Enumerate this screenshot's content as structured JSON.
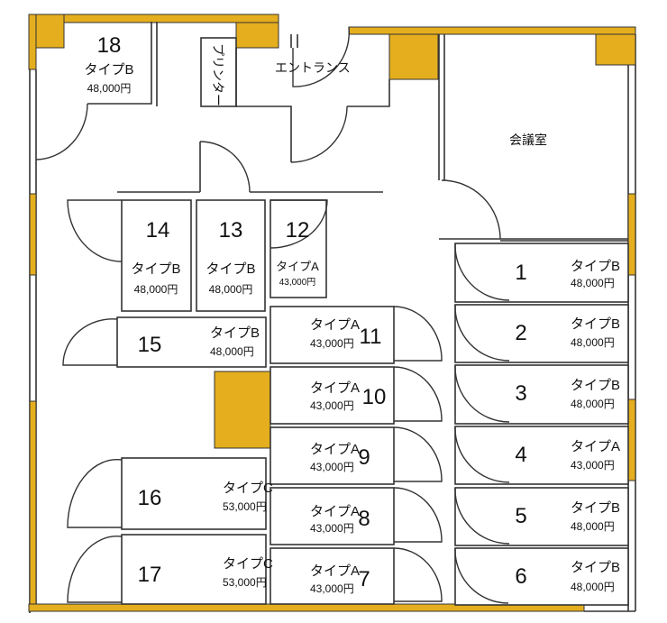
{
  "labels": {
    "printer": "プリンター",
    "entrance": "エントランス",
    "meeting_room": "会議室"
  },
  "colors": {
    "wall_accent": "#e4ae1e",
    "line": "#333333"
  },
  "rooms": [
    {
      "number": "1",
      "type": "タイプB",
      "price": "48,000円"
    },
    {
      "number": "2",
      "type": "タイプB",
      "price": "48,000円"
    },
    {
      "number": "3",
      "type": "タイプB",
      "price": "48,000円"
    },
    {
      "number": "4",
      "type": "タイプA",
      "price": "43,000円"
    },
    {
      "number": "5",
      "type": "タイプB",
      "price": "48,000円"
    },
    {
      "number": "6",
      "type": "タイプB",
      "price": "48,000円"
    },
    {
      "number": "7",
      "type": "タイプA",
      "price": "43,000円"
    },
    {
      "number": "8",
      "type": "タイプA",
      "price": "43,000円"
    },
    {
      "number": "9",
      "type": "タイプA",
      "price": "43,000円"
    },
    {
      "number": "10",
      "type": "タイプA",
      "price": "43,000円"
    },
    {
      "number": "11",
      "type": "タイプA",
      "price": "43,000円"
    },
    {
      "number": "12",
      "type": "タイプA",
      "price": "43,000円"
    },
    {
      "number": "13",
      "type": "タイプB",
      "price": "48,000円"
    },
    {
      "number": "14",
      "type": "タイプB",
      "price": "48,000円"
    },
    {
      "number": "15",
      "type": "タイプB",
      "price": "48,000円"
    },
    {
      "number": "16",
      "type": "タイプC",
      "price": "53,000円"
    },
    {
      "number": "17",
      "type": "タイプC",
      "price": "53,000円"
    },
    {
      "number": "18",
      "type": "タイプB",
      "price": "48,000円"
    }
  ]
}
